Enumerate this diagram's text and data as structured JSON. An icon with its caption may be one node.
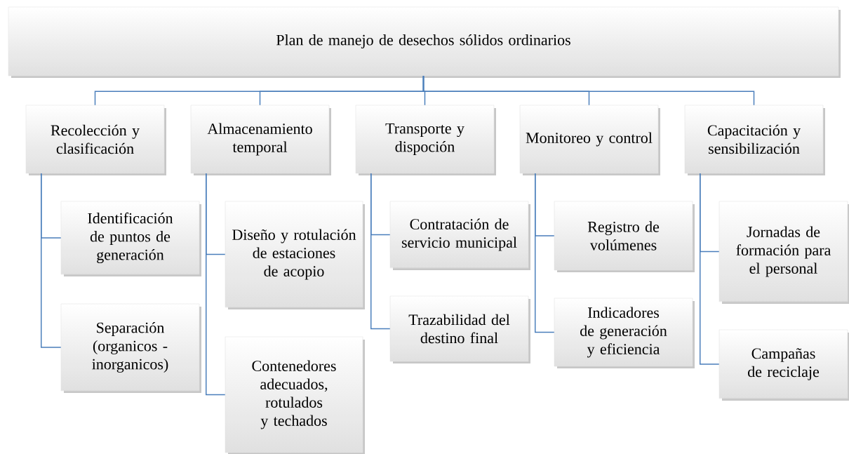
{
  "diagram": {
    "nodes": [
      {
        "text": [
          "Plan de manejo de desechos sólidos ordinarios"
        ]
      },
      {
        "text": [
          "Recolección y clasificación"
        ]
      },
      {
        "text": [
          "Almacenamiento temporal"
        ]
      },
      {
        "text": [
          "Transporte y dispoción"
        ]
      },
      {
        "text": [
          "Monitoreo y control"
        ]
      },
      {
        "text": [
          "Capacitación y sensibilización"
        ]
      },
      {
        "text": [
          "Identificación de puntos de generación"
        ]
      },
      {
        "text": [
          "Separación (organicos - inorganicos)"
        ]
      },
      {
        "text": [
          "Diseño y rotulación de estaciones de acopio"
        ]
      },
      {
        "text": [
          "Contenedores adecuados, rotulados y techados"
        ]
      },
      {
        "text": [
          "Contratación de servicio municipal"
        ]
      },
      {
        "text": [
          "Trazabilidad del destino final"
        ]
      },
      {
        "text": [
          "Registro de volúmenes"
        ]
      },
      {
        "text": [
          "Indicadores de generación y eficiencia"
        ]
      },
      {
        "text": [
          "Jornadas de formación para el personal"
        ]
      },
      {
        "text": [
          "Campañas de reciclaje"
        ]
      }
    ],
    "edges": [
      {
        "from": 0,
        "to": 1,
        "arrow": "none"
      },
      {
        "from": 0,
        "to": 2,
        "arrow": "none"
      },
      {
        "from": 0,
        "to": 3,
        "arrow": "none"
      },
      {
        "from": 0,
        "to": 4,
        "arrow": "none"
      },
      {
        "from": 0,
        "to": 5,
        "arrow": "none"
      },
      {
        "from": 1,
        "to": 6,
        "arrow": "none"
      },
      {
        "from": 1,
        "to": 7,
        "arrow": "none"
      },
      {
        "from": 2,
        "to": 8,
        "arrow": "none"
      },
      {
        "from": 2,
        "to": 9,
        "arrow": "none"
      },
      {
        "from": 3,
        "to": 10,
        "arrow": "none"
      },
      {
        "from": 3,
        "to": 11,
        "arrow": "none"
      },
      {
        "from": 4,
        "to": 12,
        "arrow": "none"
      },
      {
        "from": 4,
        "to": 13,
        "arrow": "none"
      },
      {
        "from": 5,
        "to": 14,
        "arrow": "none"
      },
      {
        "from": 5,
        "to": 15,
        "arrow": "none"
      }
    ]
  }
}
